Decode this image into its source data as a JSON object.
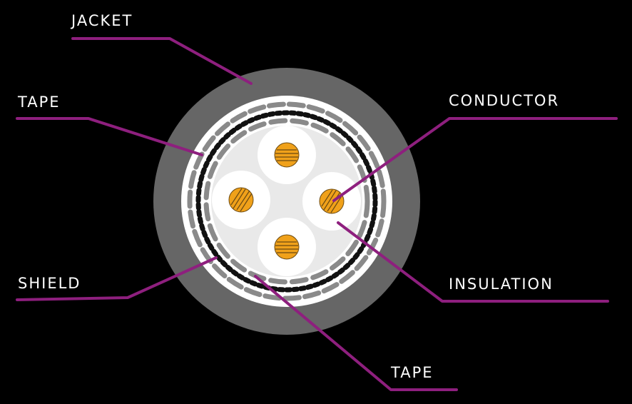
{
  "labels": {
    "jacket": "JACKET",
    "tape_left": "TAPE",
    "shield": "SHIELD",
    "conductor": "CONDUCTOR",
    "insulation": "INSULATION",
    "tape_bottom": "TAPE"
  },
  "colors": {
    "background": "#000000",
    "jacket": "#666666",
    "tape": "#ffffff",
    "tape_dash": "#8a8a8a",
    "shield_dot": "#111111",
    "filler": "#e9e9e9",
    "insulation": "#ffffff",
    "conductor": "#f0a11a",
    "conductor_strand": "#6b4a12",
    "leader_line": "#8e1f7e",
    "label_text": "#ffffff"
  }
}
